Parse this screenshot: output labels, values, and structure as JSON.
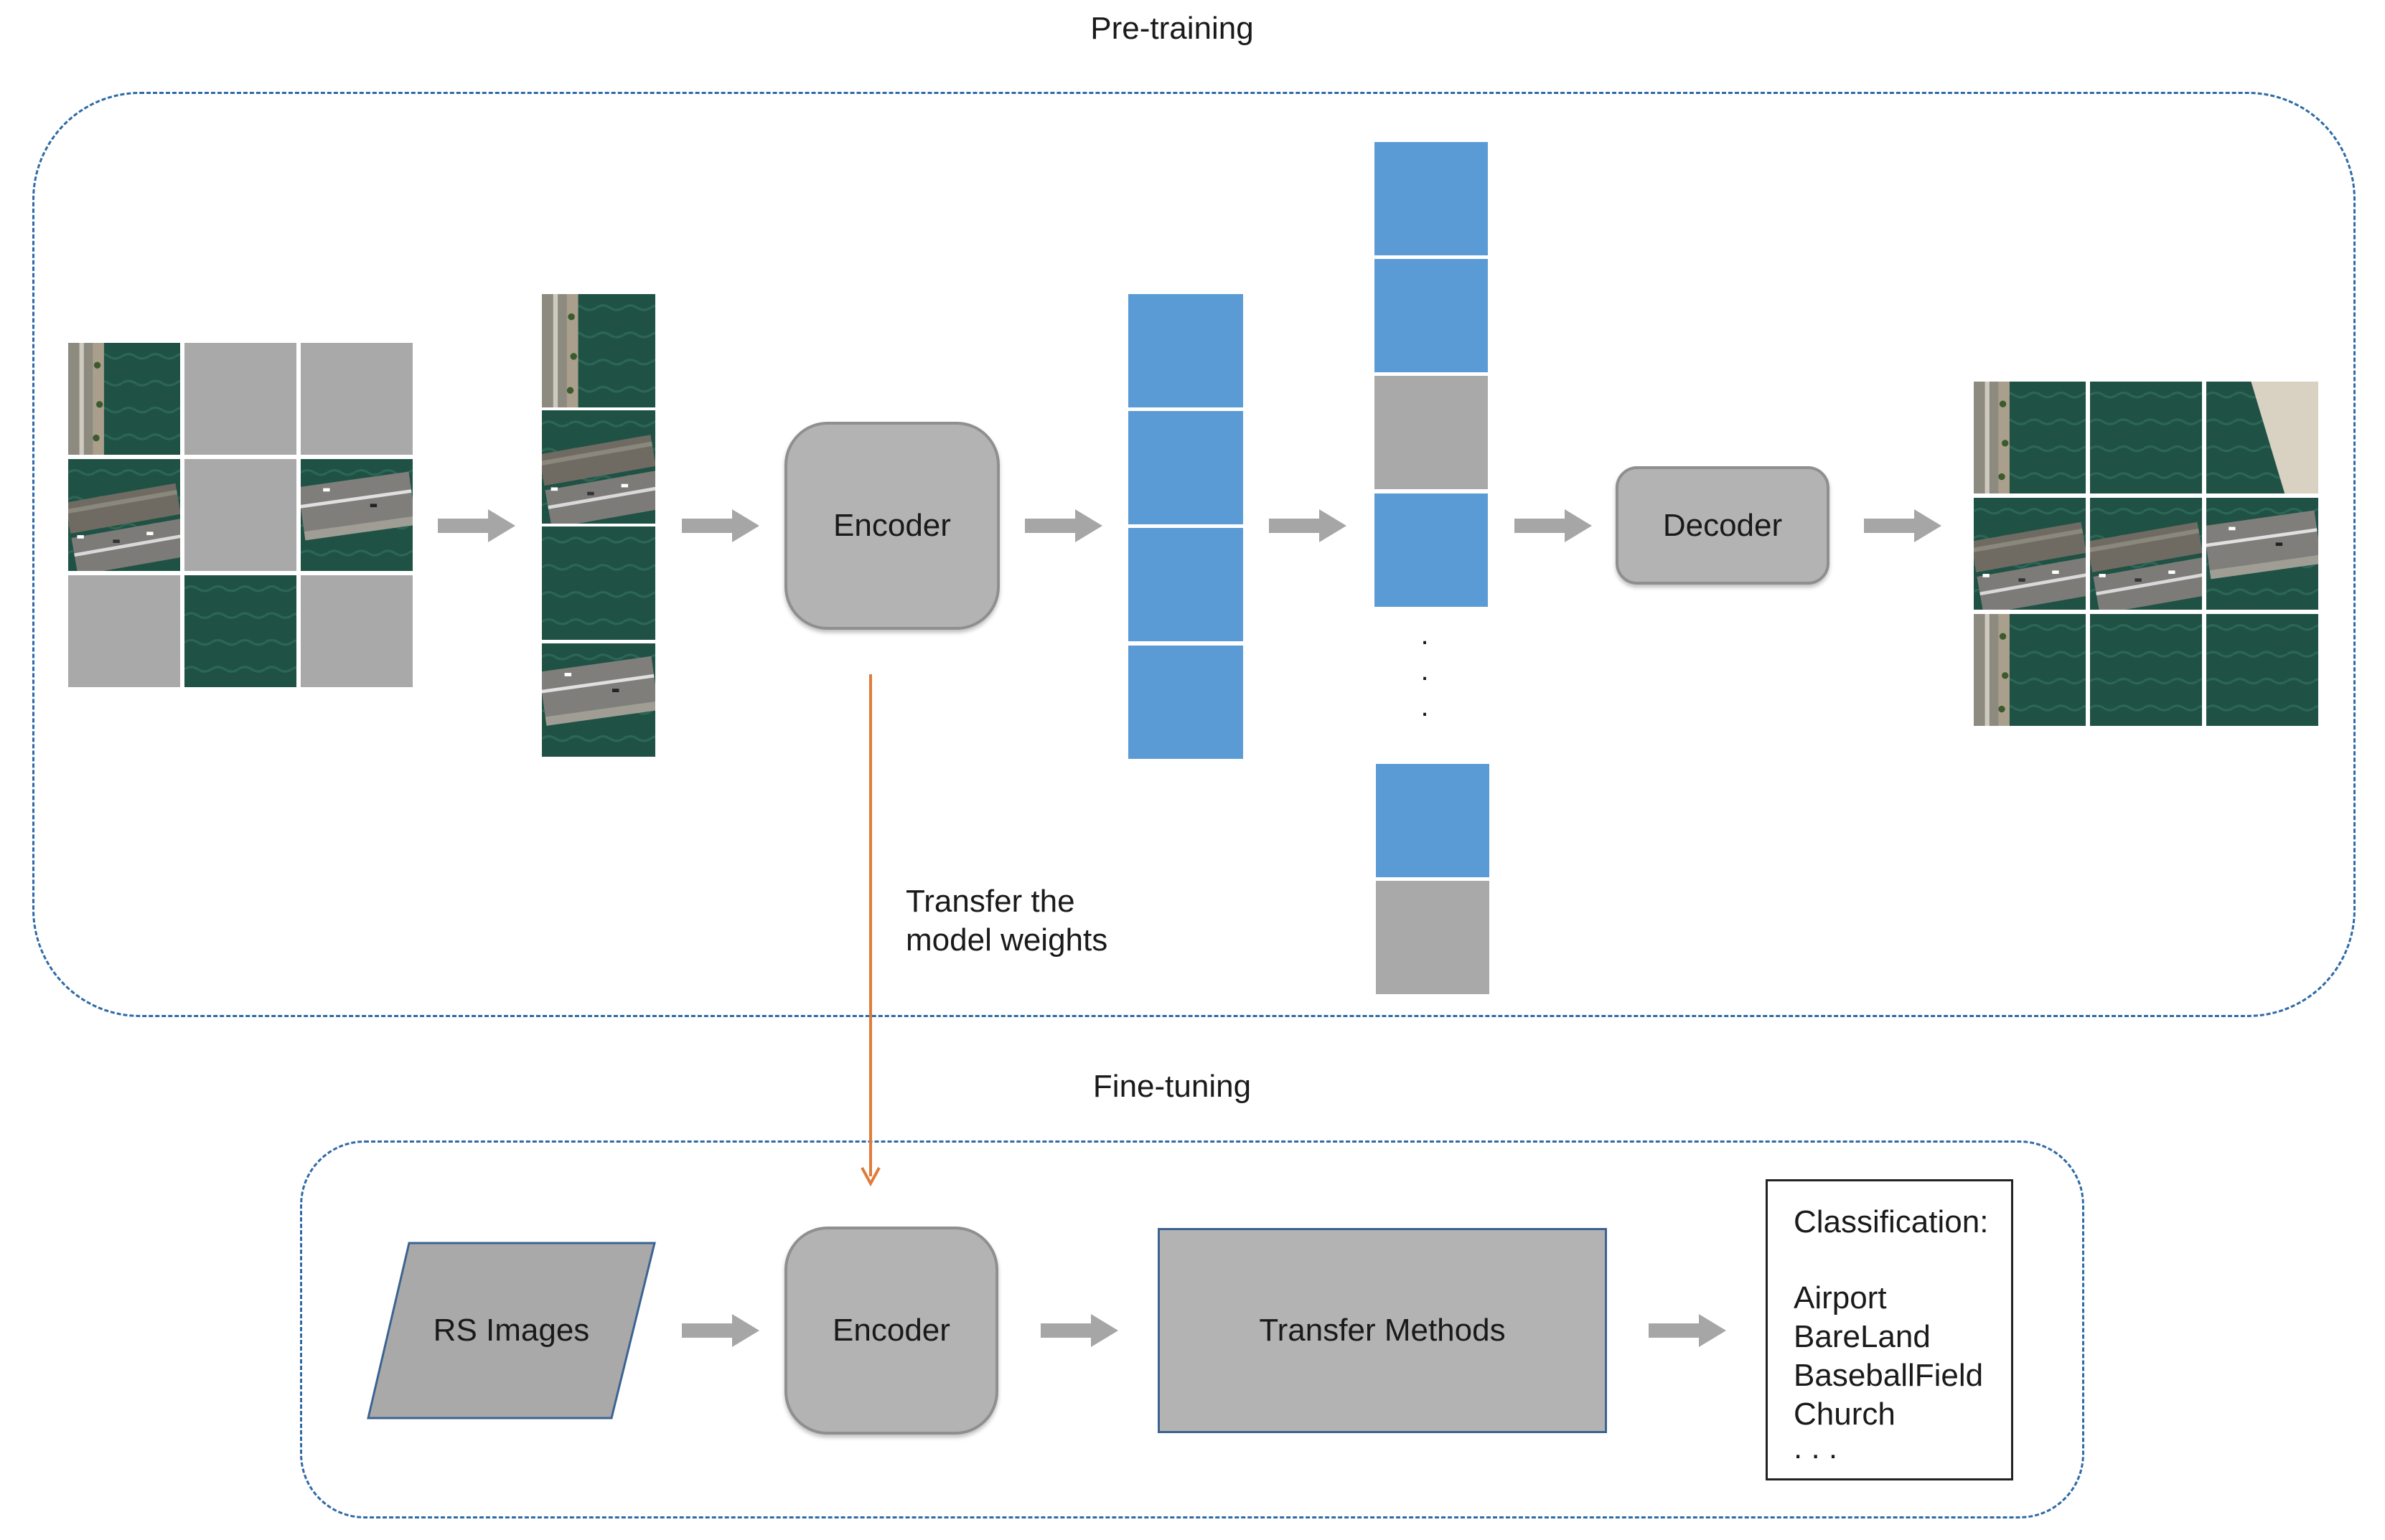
{
  "sections": {
    "pretraining_title": "Pre-training",
    "finetuning_title": "Fine-tuning"
  },
  "pretraining": {
    "encoder_label": "Encoder",
    "decoder_label": "Decoder",
    "transfer_note_line1": "Transfer the",
    "transfer_note_line2": "model weights",
    "latent_ellipsis": "."
  },
  "finetuning": {
    "input_label": "RS Images",
    "encoder_label": "Encoder",
    "methods_label": "Transfer Methods",
    "classification": {
      "heading": "Classification:",
      "classes": [
        "Airport",
        "BareLand",
        "BaseballField",
        "Church"
      ],
      "ellipsis": ". . ."
    }
  },
  "colors": {
    "panel_border": "#2f6aa6",
    "token_blue": "#5b9bd5",
    "mask_grey": "#a9a9a9",
    "block_grey": "#b3b3b3",
    "arrow_grey": "#a6a6a6",
    "transfer_arrow": "#e07b39",
    "water": "#1f5245"
  },
  "icons": {
    "flow_arrow": "right-arrow-icon",
    "transfer_arrow": "down-arrow-icon"
  }
}
